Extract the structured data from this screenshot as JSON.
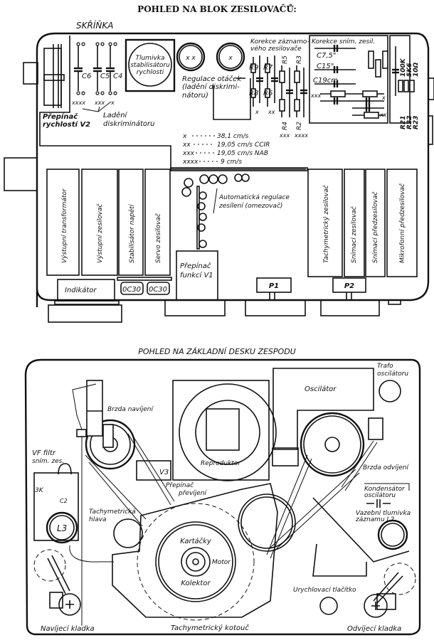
{
  "top_view": {
    "title": "POHLED NA BLOK ZESILOVAČŮ:",
    "cabinet_label": "SKŘÍŇKA",
    "speed_switch": "Přepínač rychlosti V2",
    "speed_switch_l1": "Přepínač",
    "speed_switch_l2": "rychlostí V2",
    "capacitors": [
      "C6",
      "C5",
      "C4"
    ],
    "cap_marks": [
      "xxxx",
      "xxx",
      "x"
    ],
    "discriminator_tuning_l1": "Ladění",
    "discriminator_tuning_l2": "diskriminátoru",
    "choke_l1": "Tlumivka",
    "choke_l2": "stabilisátoru",
    "choke_l3": "rychlosti",
    "coil_marks": [
      "x x",
      "x"
    ],
    "speed_regulation_l1": "Regulace otáček",
    "speed_regulation_l2": "(ladění diskrimi-",
    "speed_regulation_l3": "nátoru)",
    "rec_correction_l1": "Korekce záznamo-",
    "rec_correction_l2": "vého zesilovače",
    "resistors_left": [
      "R9",
      "R7",
      "R8",
      "R6"
    ],
    "resistors_right": [
      "R5",
      "R3",
      "R4",
      "R2"
    ],
    "res_marks": [
      "x",
      "xx",
      "xxx",
      "xxxx"
    ],
    "pb_correction_title": "Korekce sním. zesil.",
    "pb_caps": [
      "C7,5\"",
      "C15\"",
      "C19cm"
    ],
    "pb_marks": [
      "xxx",
      "x",
      "xx"
    ],
    "rvalues": [
      "100K",
      "5K6",
      "10Ω"
    ],
    "rnames": [
      "R21",
      "R22",
      "R23"
    ],
    "legend": [
      {
        "key": "x",
        "value": "38,1 cm/s"
      },
      {
        "key": "xx",
        "value": "19,05 cm/s CCIR"
      },
      {
        "key": "xxx",
        "value": "19,05 cm/s NAB"
      },
      {
        "key": "xxxx",
        "value": "9 cm/s"
      }
    ],
    "modules_left": [
      "Výstupní transformátor",
      "Výstupní zesilovač",
      "Stabilisátor napětí",
      "Servo zesilovač"
    ],
    "modules_right": [
      "Tachymetrický zesilovač",
      "Snímací zesilovač",
      "Snímací předzesilovač",
      "Mikrofonní předzesilovač"
    ],
    "agc_l1": "Automatická regulace",
    "agc_l2": "zesílení (omezovač)",
    "function_switch_l1": "Přepínač",
    "function_switch_l2": "funkcí V1",
    "indicator": "Indikátor",
    "transistors": [
      "0C30",
      "0C30"
    ],
    "pots": [
      "P1",
      "P2"
    ]
  },
  "bottom_view": {
    "title": "POHLED NA ZÁKLADNÍ DESKU ZESPODU",
    "oscillator_transformer_l1": "Trafo",
    "oscillator_transformer_l2": "oscilátoru",
    "oscillator": "Oscilátor",
    "take_up_brake": "Brzda navíjení",
    "supply_brake": "Brzda odvíjení",
    "loudspeaker": "Reproduktor",
    "v3": "V3",
    "rewind_switch_l1": "Přepínač",
    "rewind_switch_l2": "převíjení",
    "rf_filter_l1": "VF filtr",
    "rf_filter_l2": "sním. zes.",
    "filter_r": "3K",
    "filter_c": "C2",
    "coil_l3": "L3",
    "tacho_head_l1": "Tachymetrická",
    "tacho_head_l2": "hlava",
    "brushes": "Kartáčky",
    "motor": "Motor",
    "commutator": "Kolektor",
    "osc_capacitor_l1": "Kondensátor",
    "osc_capacitor_l2": "oscilátoru",
    "coupling_choke_l1": "Vazební tlumivka",
    "coupling_choke_l2": "záznamu L2",
    "fast_button": "Urychlovací tlačítko",
    "take_up_roller": "Navíjecí kladka",
    "tacho_disc": "Tachymetrický kotouč",
    "supply_roller": "Odvíjecí kladka"
  }
}
